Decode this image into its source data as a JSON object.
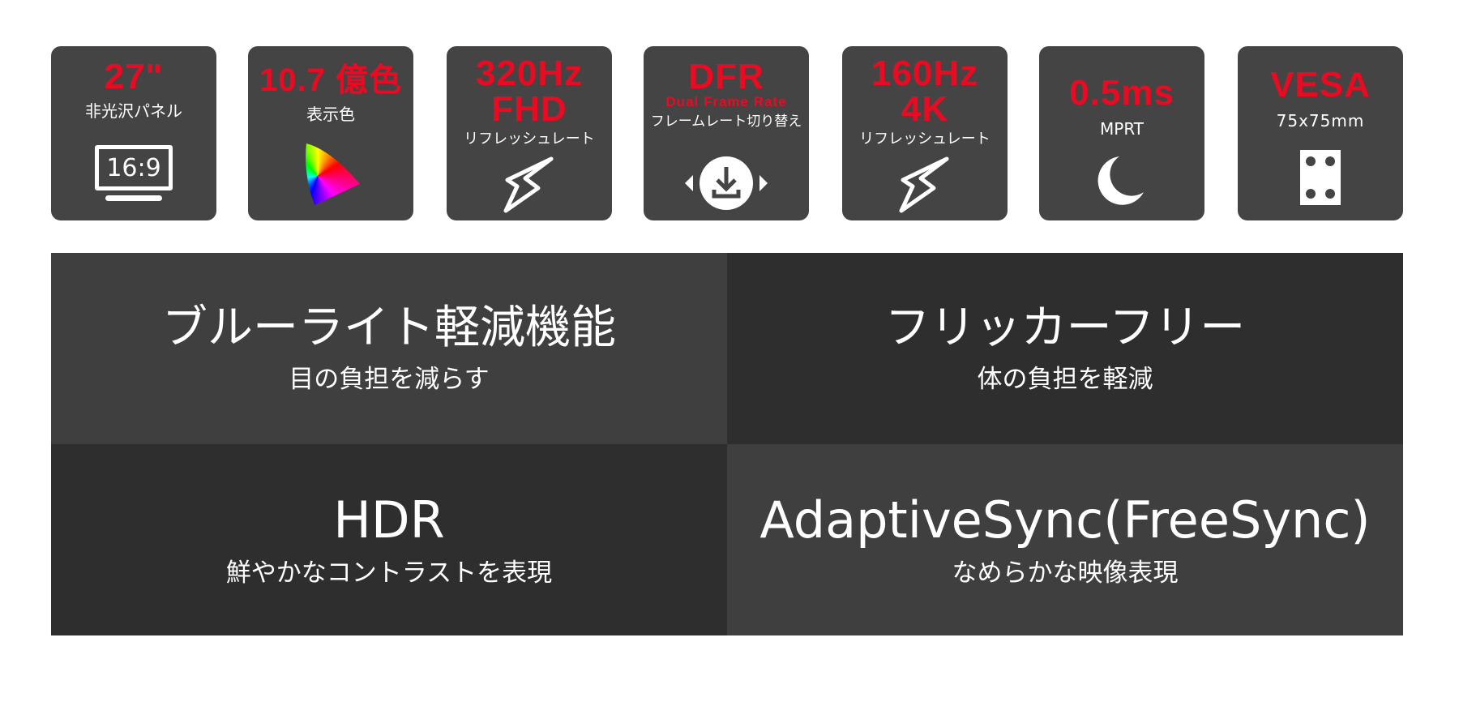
{
  "colors": {
    "accent": "#ea0a22",
    "card": "#444444",
    "panel_light": "#3f3f3f",
    "panel_dark": "#2e2e2e"
  },
  "cards": [
    {
      "title": "27\"",
      "sub": "非光沢パネル",
      "icon": "monitor-icon",
      "icon_text": "16:9"
    },
    {
      "title": "10.7 億色",
      "sub": "表示色",
      "icon": "color-gamut-icon"
    },
    {
      "title": "320Hz",
      "title2": "FHD",
      "sub": "リフレッシュレート",
      "icon": "lightning-icon"
    },
    {
      "title": "DFR",
      "title2": "Dual Frame Rate",
      "sub": "フレームレート切り替え",
      "icon": "download-switch-icon"
    },
    {
      "title": "160Hz",
      "title2": "4K",
      "sub": "リフレッシュレート",
      "icon": "lightning-icon"
    },
    {
      "title": "0.5ms",
      "sub": "MPRT",
      "icon": "moon-icon"
    },
    {
      "title": "VESA",
      "sub": "75x75mm",
      "icon": "vesa-mount-icon"
    }
  ],
  "features": [
    {
      "title": "ブルーライト軽減機能",
      "sub": "目の負担を減らす"
    },
    {
      "title": "フリッカーフリー",
      "sub": "体の負担を軽減"
    },
    {
      "title": "HDR",
      "sub": "鮮やかなコントラストを表現"
    },
    {
      "title": "AdaptiveSync(FreeSync)",
      "sub": "なめらかな映像表現"
    }
  ]
}
